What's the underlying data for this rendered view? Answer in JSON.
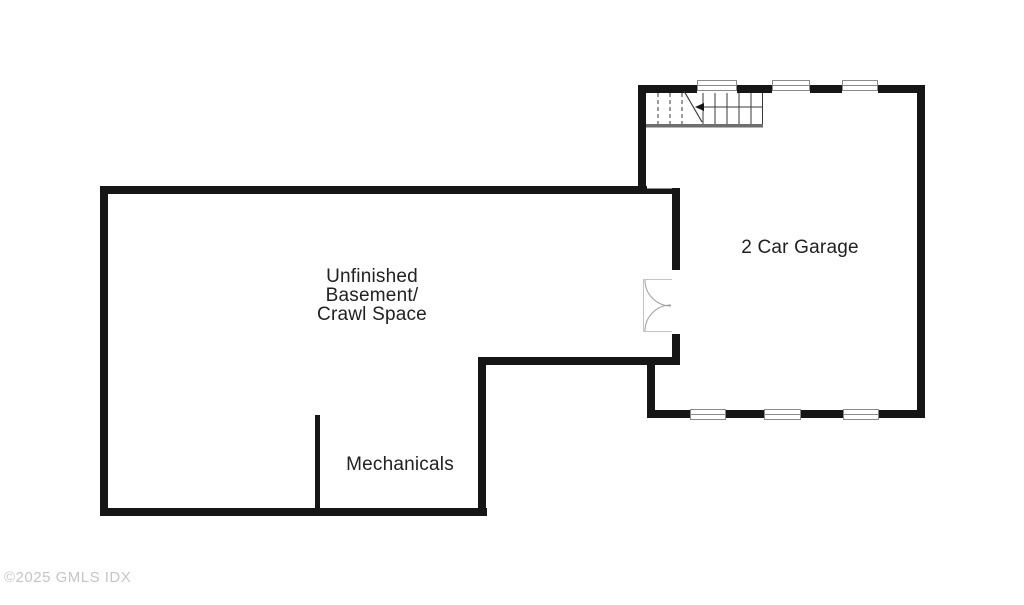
{
  "page": {
    "background_color": "#ffffff"
  },
  "floor_plan": {
    "rooms": [
      {
        "id": "unfinished-basement",
        "label_lines": [
          "Unfinished",
          "Basement/",
          "Crawl Space"
        ]
      },
      {
        "id": "mechanicals",
        "label_lines": [
          "Mechanicals"
        ]
      },
      {
        "id": "garage",
        "label_lines": [
          "2 Car Garage"
        ]
      }
    ],
    "symbols": {
      "staircase_count": 1,
      "double_door_count": 1,
      "windows_top_wall": 3,
      "windows_bottom_wall": 3
    },
    "colors": {
      "wall": "#161616",
      "label_text": "#212121",
      "stair_lines": "#3a3a3a",
      "stair_base": "#6e6e6e",
      "window_frame": "#8a8a8a",
      "door_symbol": "#9e9e9e",
      "watermark": "#c5c5c5"
    }
  },
  "watermark": {
    "text": "©2025 GMLS IDX"
  }
}
